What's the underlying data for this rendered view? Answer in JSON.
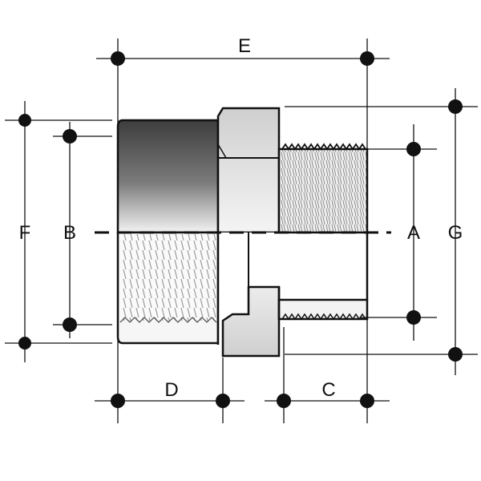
{
  "labels": {
    "E": "E",
    "F": "F",
    "B": "B",
    "A": "A",
    "G": "G",
    "D": "D",
    "C": "C"
  },
  "colors": {
    "line": "#111111",
    "body_light": "#e6e6e6",
    "body_dark": "#4a4a4a",
    "thread": "#9a9a9a"
  }
}
